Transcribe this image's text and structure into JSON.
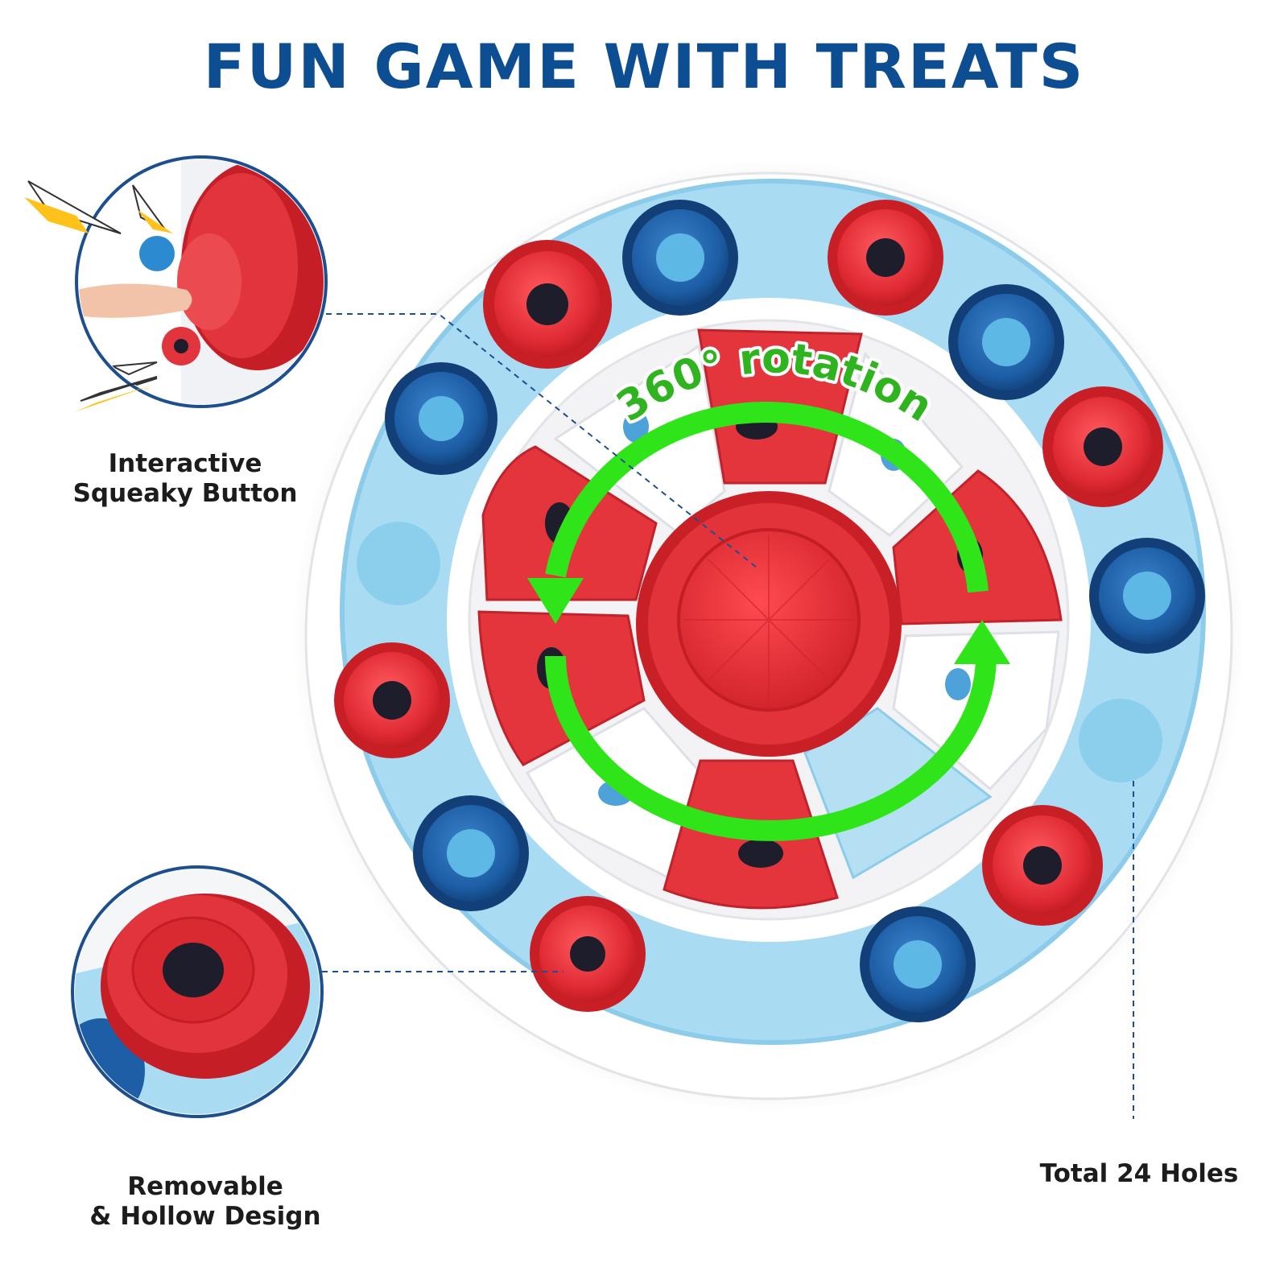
{
  "headline": "FUN GAME WITH TREATS",
  "rotation_label": "360° rotation",
  "callouts": {
    "squeaky": [
      "Interactive",
      "Squeaky Button"
    ],
    "removable": [
      "Removable",
      "& Hollow Design"
    ],
    "holes": "Total 24 Holes"
  },
  "colors": {
    "headline": "#0d4d92",
    "red": "#e2343c",
    "navy": "#1b5aa0",
    "light_blue": "#9fd6ef",
    "green_arrow": "#2fe51a"
  }
}
